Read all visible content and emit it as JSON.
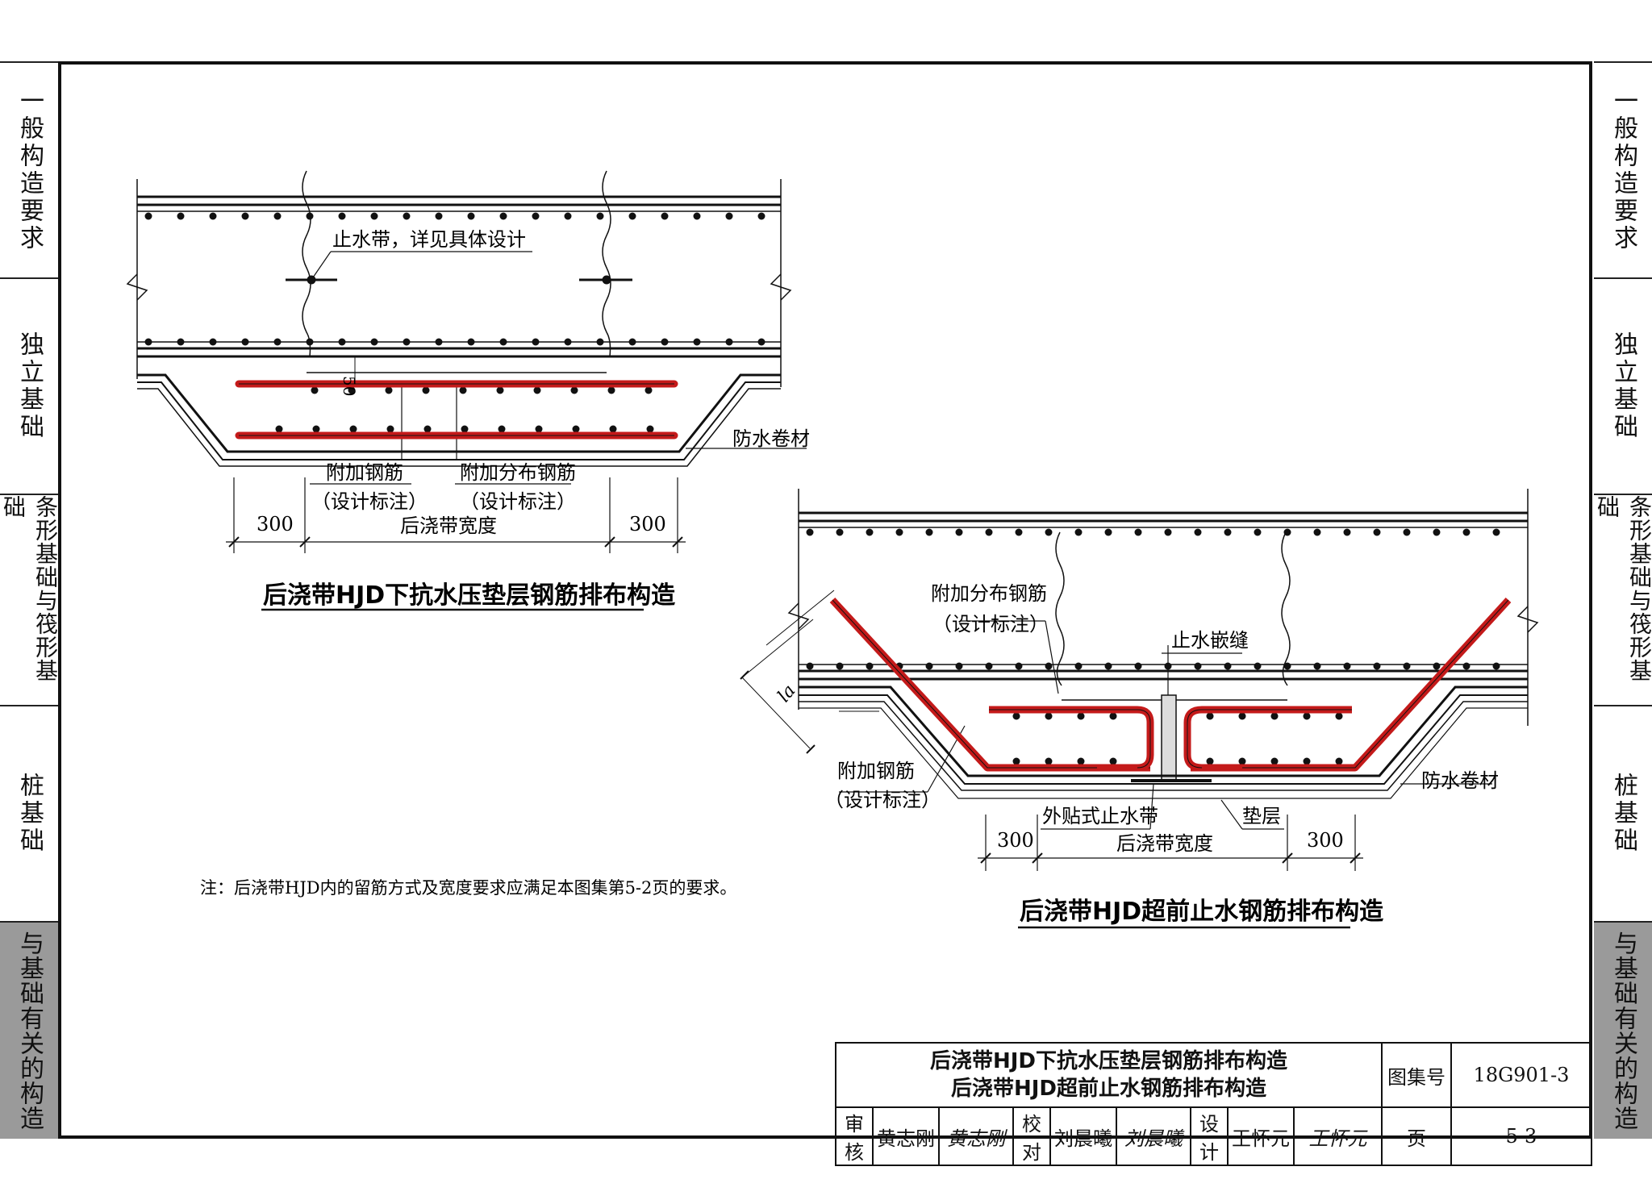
{
  "side_tabs": [
    {
      "label": "一般构造要求"
    },
    {
      "label": "独立基础"
    },
    {
      "label": "条形基础与筏形基础"
    },
    {
      "label": "桩基础"
    },
    {
      "label": "与基础有关的构造"
    }
  ],
  "diagram1": {
    "title": "后浇带HJD下抗水压垫层钢筋排布构造",
    "labels": {
      "waterstop": "止水带，详见具体设计",
      "dim_50": "50",
      "membrane": "防水卷材",
      "add_rebar": "附加钢筋",
      "add_rebar_note": "（设计标注）",
      "add_dist_rebar": "附加分布钢筋",
      "add_dist_rebar_note": "（设计标注）",
      "dim_left": "300",
      "dim_mid": "后浇带宽度",
      "dim_right": "300"
    }
  },
  "diagram2": {
    "title": "后浇带HJD超前止水钢筋排布构造",
    "labels": {
      "add_dist_rebar": "附加分布钢筋",
      "add_dist_rebar_note": "（设计标注）",
      "joint": "止水嵌缝",
      "la": "la",
      "add_rebar": "附加钢筋",
      "add_rebar_note": "（设计标注）",
      "membrane": "防水卷材",
      "ext_waterstop": "外贴式止水带",
      "cushion": "垫层",
      "dim_left": "300",
      "dim_mid": "后浇带宽度",
      "dim_right": "300"
    }
  },
  "note": "注：后浇带HJD内的留筋方式及宽度要求应满足本图集第5-2页的要求。",
  "title_block": {
    "title_line1": "后浇带HJD下抗水压垫层钢筋排布构造",
    "title_line2": "后浇带HJD超前止水钢筋排布构造",
    "atlas_label": "图集号",
    "atlas_no": "18G901-3",
    "review_label": "审核",
    "reviewer": "黄志刚",
    "reviewer_sig": "黄志刚",
    "check_label": "校对",
    "checker": "刘晨曦",
    "checker_sig": "刘晨曦",
    "design_label": "设计",
    "designer": "王怀元",
    "designer_sig": "王怀元",
    "page_label": "页",
    "page_no": "5-3"
  },
  "colors": {
    "rebar_red": "#c41a1a",
    "line": "#111111",
    "tab_highlight": "#9a9a9a"
  }
}
